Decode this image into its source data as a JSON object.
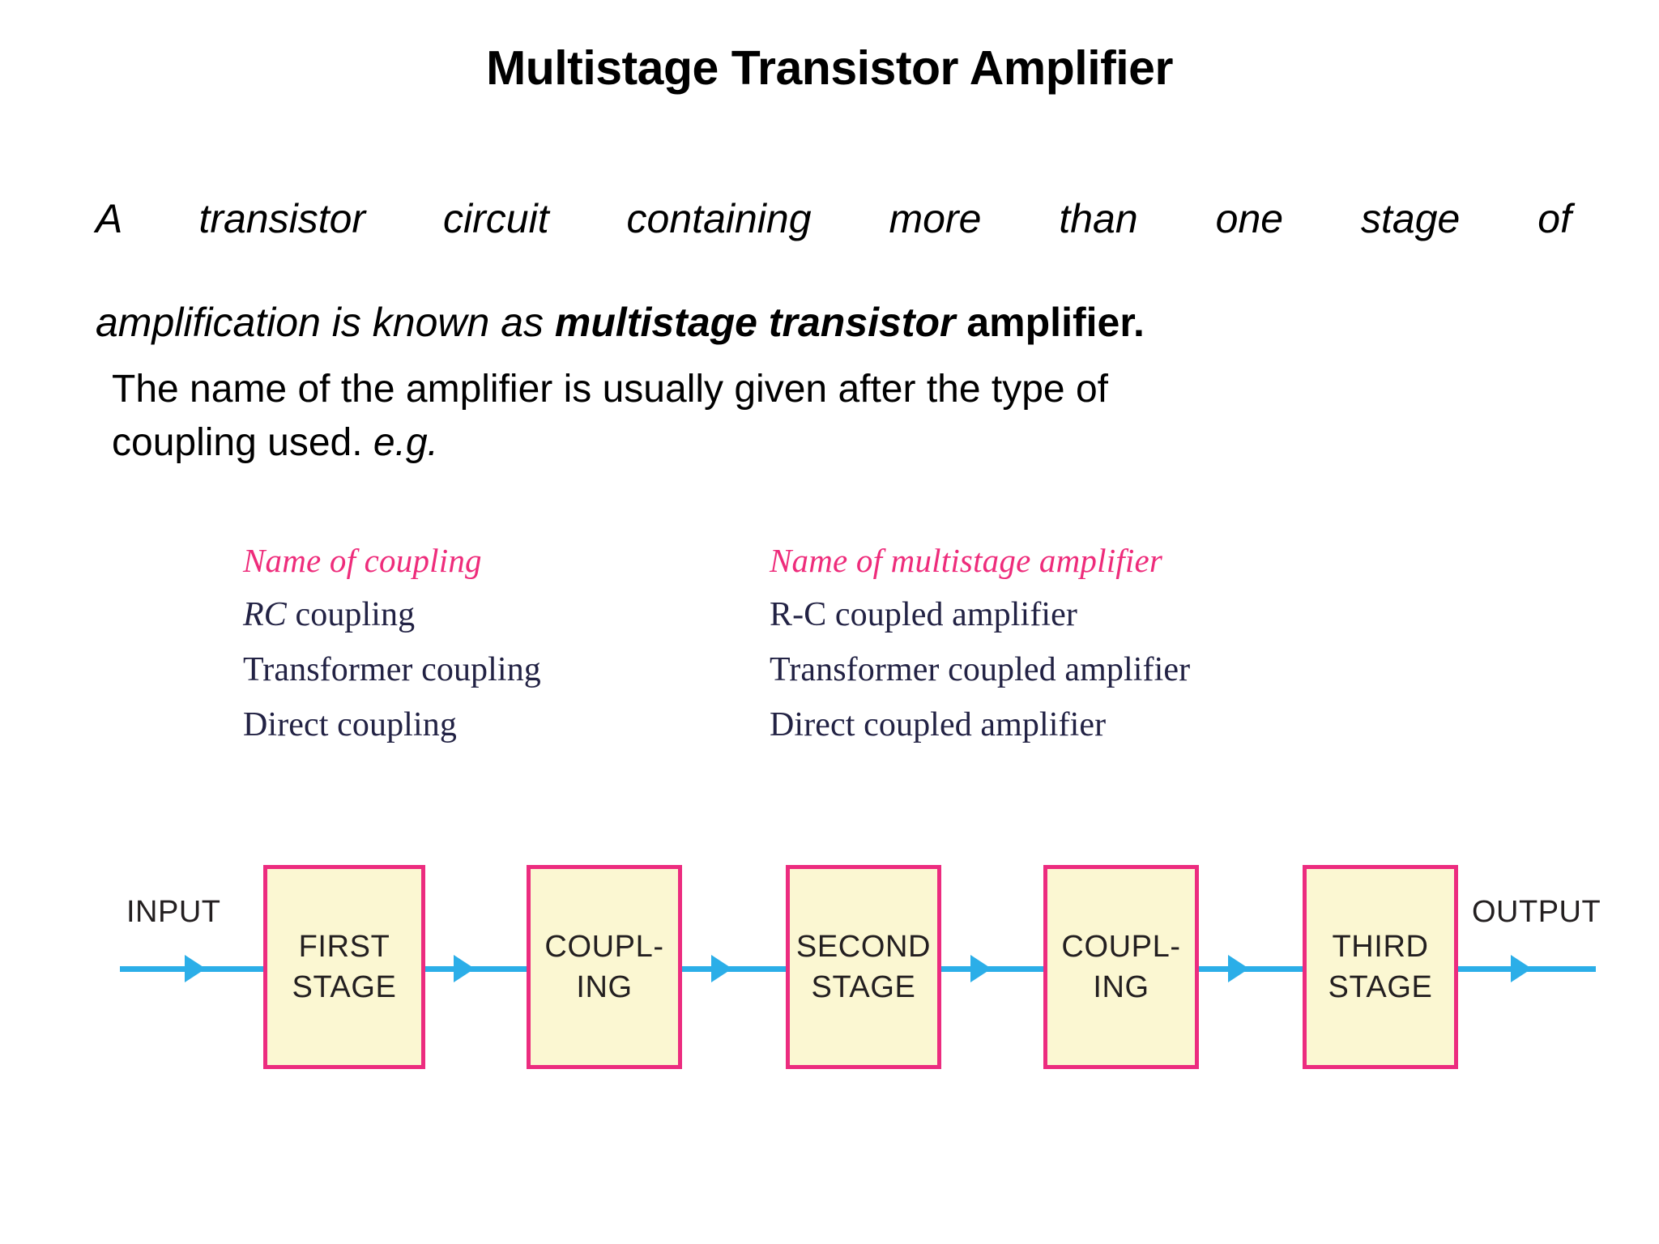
{
  "slide": {
    "title": "Multistage Transistor Amplifier"
  },
  "paragraphs": {
    "p1_line1": "A transistor circuit containing more than one stage of",
    "p1_line2_pre": "amplification is known as ",
    "p1_line2_bold_italic": "multistage transistor",
    "p1_line2_bold_roman": " amplifier.",
    "p2_line1": "The name of the amplifier is usually given after the type of",
    "p2_line2_pre": "coupling used. ",
    "p2_line2_italic": "e.g."
  },
  "coupling_table": {
    "header_left": "Name of coupling",
    "header_right": "Name of multistage amplifier",
    "header_color": "#EE2C7B",
    "body_color": "#222244",
    "rows": [
      {
        "left_em": "RC",
        "left_rest": " coupling",
        "right": "R-C coupled amplifier"
      },
      {
        "left_em": "",
        "left_rest": "Transformer coupling",
        "right": "Transformer coupled amplifier"
      },
      {
        "left_em": "",
        "left_rest": "Direct coupling",
        "right": "Direct coupled amplifier"
      }
    ]
  },
  "diagram": {
    "input_label": "INPUT",
    "output_label": "OUTPUT",
    "block_fill": "#FBF7D2",
    "block_border": "#EC2C7F",
    "wire_color": "#2BAEE8",
    "blocks": [
      {
        "line1": "FIRST",
        "line2": "STAGE"
      },
      {
        "line1": "COUPL-",
        "line2": "ING"
      },
      {
        "line1": "SECOND",
        "line2": "STAGE"
      },
      {
        "line1": "COUPL-",
        "line2": "ING"
      },
      {
        "line1": "THIRD",
        "line2": "STAGE"
      }
    ]
  }
}
